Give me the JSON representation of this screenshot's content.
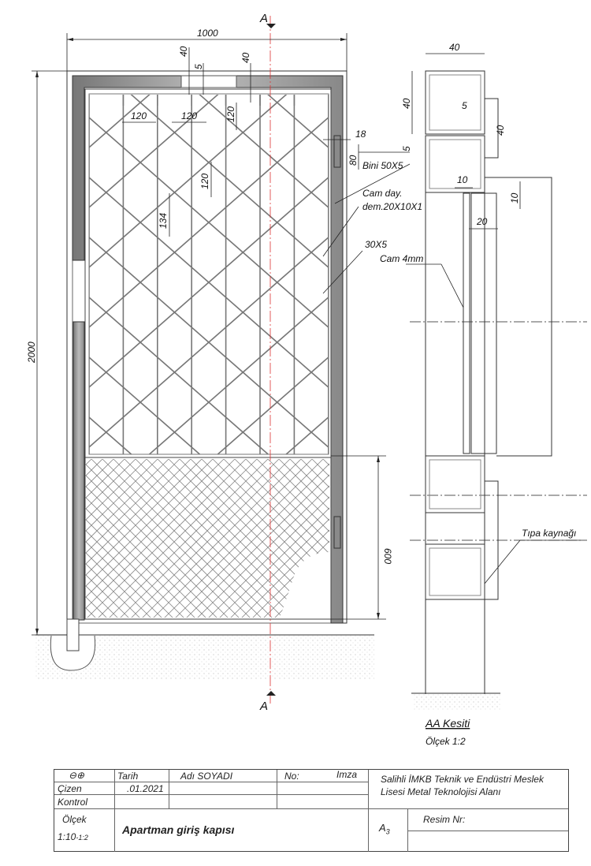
{
  "section_marks": {
    "top": "A",
    "bottom": "A"
  },
  "dimensions": {
    "width": "1000",
    "height": "2000",
    "lower_panel": "600",
    "top_frame": "40",
    "top_gap": "5",
    "top_frame2": "40",
    "mesh_pitch_1": "120",
    "mesh_pitch_2": "120",
    "mesh_vertical": "120",
    "hex_height": "120",
    "hex_step": "134",
    "hinge_offset": "18",
    "hinge_len": "80"
  },
  "labels": {
    "hinge": "Bini 50X5",
    "glass_holder_1": "Cam day.",
    "glass_holder_2": "dem.20X10X1",
    "frame_bar": "30X5",
    "glass": "Cam 4mm",
    "weld": "Tıpa kaynağı"
  },
  "section": {
    "dim_width": "40",
    "dim_box": "40",
    "dim_gap": "5",
    "dim_lip": "5",
    "dim_lip2": "40",
    "dim_10a": "10",
    "dim_10b": "10",
    "dim_20": "20",
    "title": "AA Kesiti",
    "scale": "Ölçek 1:2"
  },
  "title_block": {
    "symbol": "⊖⊕",
    "date_header": "Tarih",
    "name_header": "Adı SOYADI",
    "no_header": "No:",
    "sign_header": "Imza",
    "drawn": "Çizen",
    "drawn_date": ".01.2021",
    "checked": "Kontrol",
    "scale_label": "Ölçek",
    "scale_value": "1:10",
    "scale_value_small": "-1:2",
    "drawing_title": "Apartman giriş kapısı",
    "school_1": "Salihli İMKB Teknik ve Endüstri Meslek",
    "school_2": "Lisesi Metal Teknolojisi Alanı",
    "paper": "A",
    "paper_sub": "3",
    "drawing_no": "Resim Nr:"
  }
}
